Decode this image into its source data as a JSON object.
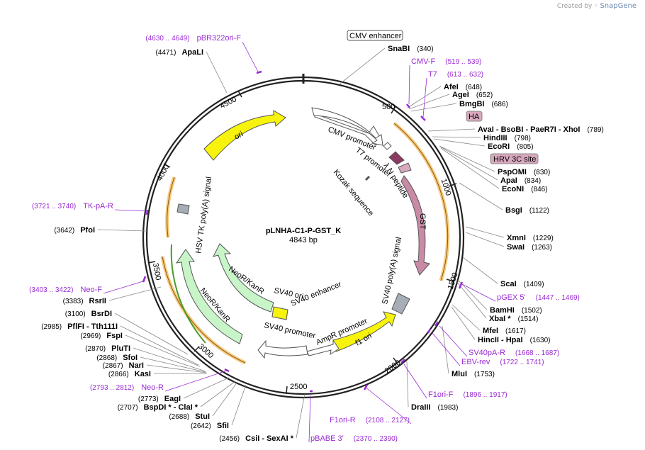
{
  "credit": {
    "prefix": "Created by",
    "brand": "SnapGene"
  },
  "plasmid": {
    "name": "pLNHA-C1-P-GST_K",
    "size_label": "4843 bp",
    "length": 4843
  },
  "ticks": [
    "500",
    "1000",
    "1500",
    "2000",
    "2500",
    "3000",
    "3500",
    "4000",
    "4500"
  ],
  "features": [
    {
      "label": "CMV enhancer",
      "color": "#ffffff",
      "boxed": true
    },
    {
      "label": "CMV promoter",
      "color": "#ffffff"
    },
    {
      "label": "T7 promoter",
      "color": "#ffffff"
    },
    {
      "label": "Kozak sequence",
      "color": "#ffffff"
    },
    {
      "label": "λ N peptide",
      "color": "#8b3a62"
    },
    {
      "label": "HA",
      "color": "#d8a8be",
      "boxed": true
    },
    {
      "label": "HRV 3C site",
      "color": "#d8a8be",
      "boxed": true
    },
    {
      "label": "GST",
      "color": "#c98aa5"
    },
    {
      "label": "SV40 poly(A) signal",
      "color": "#a6adb6"
    },
    {
      "label": "f1 ori",
      "color": "#f7f30c"
    },
    {
      "label": "AmpR promoter",
      "color": "#ffffff"
    },
    {
      "label": "SV40 enhancer",
      "color": "#ffffff"
    },
    {
      "label": "SV40 ori",
      "color": "#f7f30c"
    },
    {
      "label": "SV40 promoter",
      "color": "#ffffff"
    },
    {
      "label": "NeoR/KanR",
      "color": "#c8f5c8"
    },
    {
      "label": "NeoR/KanR",
      "color": "#c8f5c8"
    },
    {
      "label": "HSV TK poly(A) signal",
      "color": "#a6adb6"
    },
    {
      "label": "ori",
      "color": "#f7f30c"
    }
  ],
  "enzymes": [
    {
      "name": "SnaBI",
      "pos": "(340)"
    },
    {
      "name": "AfeI",
      "pos": "(648)"
    },
    {
      "name": "AgeI",
      "pos": "(652)"
    },
    {
      "name": "BmgBI",
      "pos": "(686)"
    },
    {
      "name": "AvaI  - BsoBI  - PaeR7I  - XhoI",
      "pos": "(789)"
    },
    {
      "name": "HindIII",
      "pos": "(798)"
    },
    {
      "name": "EcoRI",
      "pos": "(805)"
    },
    {
      "name": "PspOMI",
      "pos": "(830)"
    },
    {
      "name": "ApaI",
      "pos": "(834)"
    },
    {
      "name": "EcoNI",
      "pos": "(846)"
    },
    {
      "name": "BsgI",
      "pos": "(1122)"
    },
    {
      "name": "XmnI",
      "pos": "(1229)"
    },
    {
      "name": "SwaI",
      "pos": "(1263)"
    },
    {
      "name": "ScaI",
      "pos": "(1409)"
    },
    {
      "name": "BamHI",
      "pos": "(1502)"
    },
    {
      "name": "XbaI *",
      "pos": "(1514)"
    },
    {
      "name": "MfeI",
      "pos": "(1617)"
    },
    {
      "name": "HincII  - HpaI",
      "pos": "(1630)"
    },
    {
      "name": "MluI",
      "pos": "(1753)"
    },
    {
      "name": "DraIII",
      "pos": "(1983)"
    },
    {
      "name": "CsiI  - SexAI *",
      "pos": "(2456)"
    },
    {
      "name": "SfiI",
      "pos": "(2642)"
    },
    {
      "name": "StuI",
      "pos": "(2688)"
    },
    {
      "name": "BspDI *  - ClaI *",
      "pos": "(2707)"
    },
    {
      "name": "EagI",
      "pos": "(2773)"
    },
    {
      "name": "KasI",
      "pos": "(2866)"
    },
    {
      "name": "NarI",
      "pos": "(2867)"
    },
    {
      "name": "SfoI",
      "pos": "(2868)"
    },
    {
      "name": "PluTI",
      "pos": "(2870)"
    },
    {
      "name": "FspI",
      "pos": "(2969)"
    },
    {
      "name": "PflFI  - Tth111I",
      "pos": "(2985)"
    },
    {
      "name": "BsrDI",
      "pos": "(3100)"
    },
    {
      "name": "RsrII",
      "pos": "(3383)"
    },
    {
      "name": "PfoI",
      "pos": "(3642)"
    },
    {
      "name": "ApaLI",
      "pos": "(4471)"
    }
  ],
  "primers": [
    {
      "name": "CMV-F",
      "pos": "(519 .. 539)"
    },
    {
      "name": "T7",
      "pos": "(613 .. 632)"
    },
    {
      "name": "pGEX 5'",
      "pos": "(1447 .. 1469)"
    },
    {
      "name": "SV40pA-R",
      "pos": "(1668 .. 1687)"
    },
    {
      "name": "EBV-rev",
      "pos": "(1722 .. 1741)"
    },
    {
      "name": "F1ori-F",
      "pos": "(1896 .. 1917)"
    },
    {
      "name": "F1ori-R",
      "pos": "(2108 .. 2127)"
    },
    {
      "name": "pBABE 3'",
      "pos": "(2370 .. 2390)"
    },
    {
      "name": "Neo-R",
      "pos": "(2793 .. 2812)"
    },
    {
      "name": "Neo-F",
      "pos": "(3403 .. 3422)"
    },
    {
      "name": "TK-pA-R",
      "pos": "(3721 .. 3740)"
    },
    {
      "name": "pBR322ori-F",
      "pos": "(4630 .. 4649)"
    }
  ],
  "colors": {
    "backbone": "#222222",
    "primer": "#9a2bd3",
    "orf_highlight": "#f5b04a",
    "orf_green": "#4a9b2a",
    "leader_line": "#888888"
  }
}
